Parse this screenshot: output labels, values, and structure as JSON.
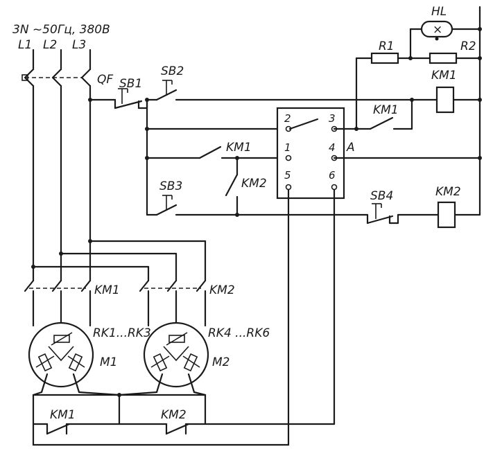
{
  "supply": {
    "label": "3N ~50Гц, 380В"
  },
  "phases": [
    "L1",
    "L2",
    "L3"
  ],
  "breaker": "QF",
  "buttons": {
    "sb1": "SB1",
    "sb2": "SB2",
    "sb3": "SB3",
    "sb4": "SB4"
  },
  "lamp": {
    "label": "HL",
    "symbol": "×"
  },
  "resistors": {
    "r1": "R1",
    "r2": "R2"
  },
  "contactors": {
    "km1": "KM1",
    "km2": "KM2"
  },
  "switch_terminals": [
    "1",
    "2",
    "3",
    "4",
    "5",
    "6"
  ],
  "node_a": "A",
  "thermistors": {
    "group1": "RK1...RK3",
    "group2": "RK4 ...RK6"
  },
  "motors": {
    "m1": "M1",
    "m2": "M2"
  }
}
